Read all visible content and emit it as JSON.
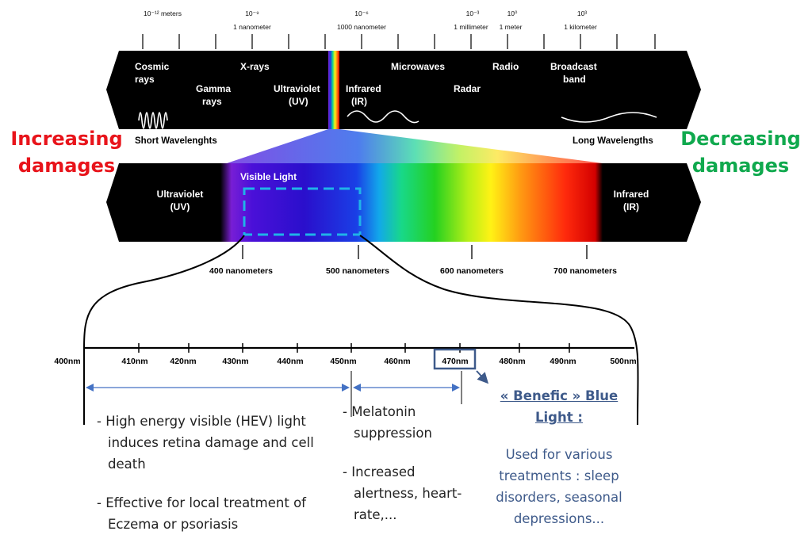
{
  "spectrum_top": {
    "scale_ticks": [
      {
        "exp": "10⁻¹² meters",
        "name": ""
      },
      {
        "exp": "10⁻⁹",
        "name": "1 nanometer"
      },
      {
        "exp": "10⁻⁶",
        "name": "1000 nanometer"
      },
      {
        "exp": "10⁻³",
        "name": "1 millimeter"
      },
      {
        "exp": "10⁰",
        "name": "1 meter"
      },
      {
        "exp": "10³",
        "name": "1 kilometer"
      }
    ],
    "bands": [
      {
        "line1": "Cosmic",
        "line2": "rays"
      },
      {
        "line1": "Gamma",
        "line2": "rays"
      },
      {
        "line1": "X-rays",
        "line2": ""
      },
      {
        "line1": "Ultraviolet",
        "line2": "(UV)"
      },
      {
        "line1": "Infrared",
        "line2": "(IR)"
      },
      {
        "line1": "Microwaves",
        "line2": ""
      },
      {
        "line1": "Radar",
        "line2": ""
      },
      {
        "line1": "Radio",
        "line2": ""
      },
      {
        "line1": "Broadcast",
        "line2": "band"
      }
    ],
    "short_label": "Short Wavelenghts",
    "long_label": "Long Wavelengths"
  },
  "side_labels": {
    "increasing": [
      "Increasing",
      "damages"
    ],
    "decreasing": [
      "Decreasing",
      "damages"
    ],
    "increasing_color": "#e8141b",
    "decreasing_color": "#10a94e"
  },
  "visible_bar": {
    "uv": {
      "line1": "Ultraviolet",
      "line2": "(UV)"
    },
    "visible_light": "Visible Light",
    "ir": {
      "line1": "Infrared",
      "line2": "(IR)"
    },
    "nm_labels": [
      "400 nanometers",
      "500 nanometers",
      "600 nanometers",
      "700 nanometers"
    ],
    "highlight_color": "#1fb3e8"
  },
  "zoom_axis": {
    "labels": [
      "400nm",
      "410nm",
      "420nm",
      "430nm",
      "440nm",
      "450nm",
      "460nm",
      "470nm",
      "480nm",
      "490nm",
      "500nm"
    ],
    "highlight": "470nm"
  },
  "notes": {
    "hev": {
      "line1": "- High energy visible (HEV) light",
      "line2": "induces retina damage and cell",
      "line3": "death",
      "line4": "- Effective for local treatment of",
      "line5": "Eczema or psoriasis"
    },
    "melatonin": {
      "line1": "- Melatonin",
      "line2": "suppression",
      "line3": "- Increased",
      "line4": "alertness, heart-",
      "line5": "rate,..."
    },
    "benefic": {
      "title1": "« Benefic » Blue",
      "title2": "Light :",
      "desc1": "Used for various",
      "desc2": "treatments : sleep",
      "desc3": "disorders, seasonal",
      "desc4": "depressions..."
    },
    "benefic_color": "#3e5a8a",
    "arrow_color": "#4472c4"
  }
}
